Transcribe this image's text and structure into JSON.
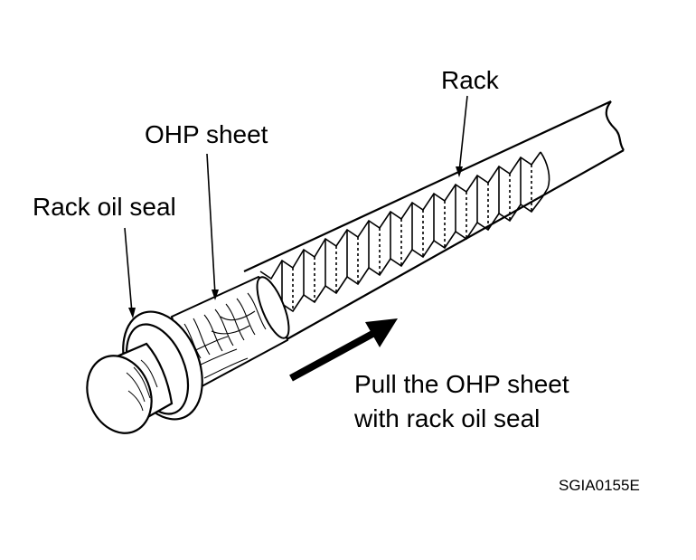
{
  "labels": {
    "rack": "Rack",
    "ohp_sheet": "OHP sheet",
    "rack_oil_seal": "Rack oil seal",
    "instruction_line1": "Pull the OHP sheet",
    "instruction_line2": "with rack oil seal"
  },
  "figure_code": "SGIA0155E",
  "colors": {
    "ink": "#000000",
    "paper": "#ffffff"
  }
}
